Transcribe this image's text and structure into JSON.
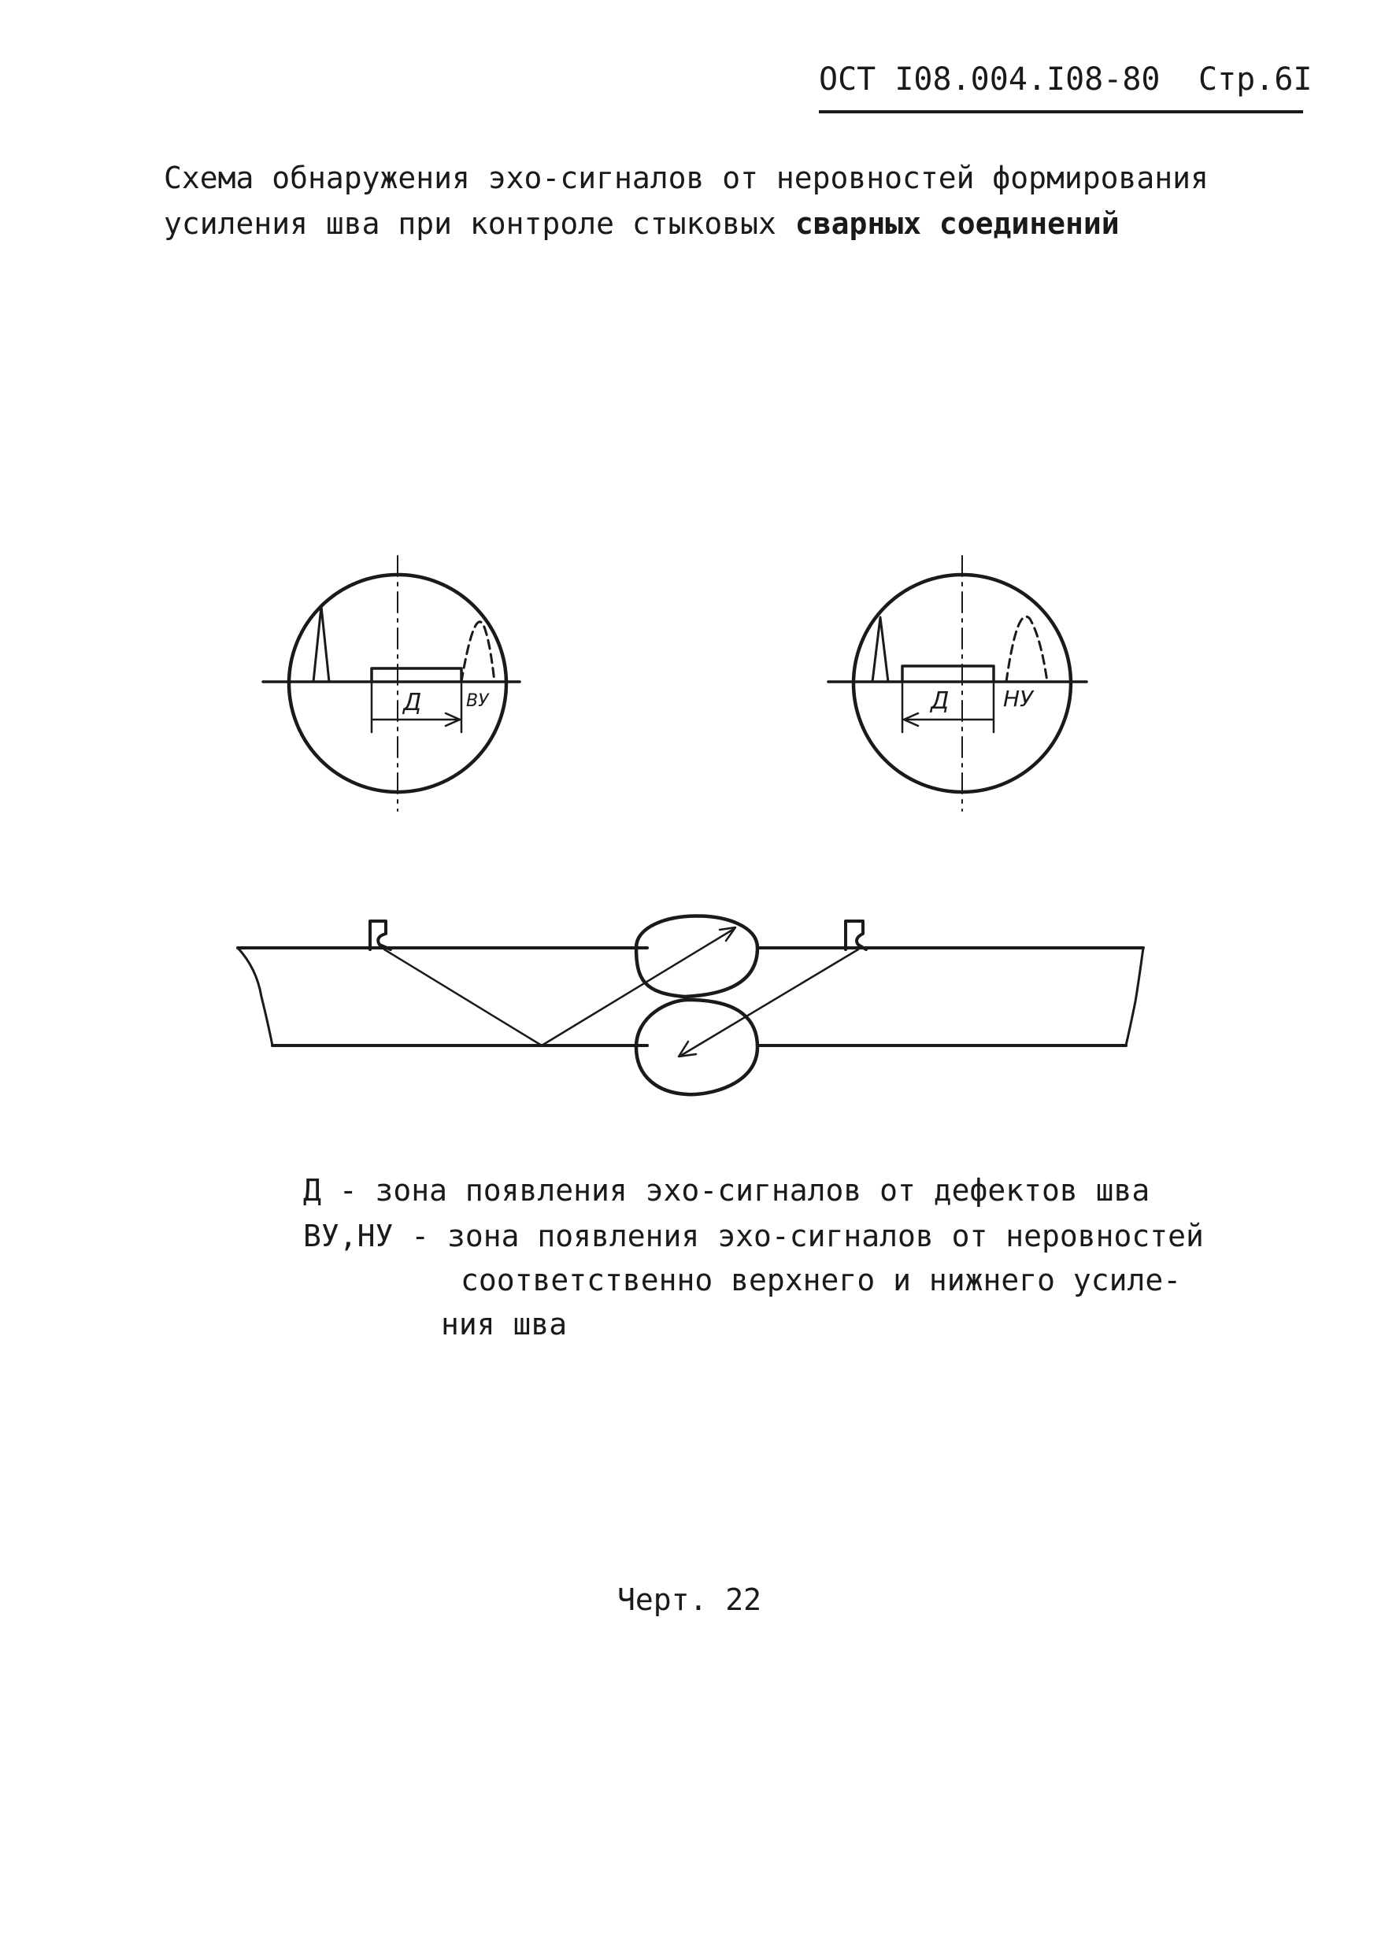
{
  "header": {
    "std_code": "ОСТ I08.004.I08-80",
    "page_label": "Стр.6I"
  },
  "title": {
    "line1": "Схема обнаружения эхо-сигналов от неровностей формирования",
    "line2_regular": "усиления шва при контроле стыковых",
    "line2_bold": "сварных соединений"
  },
  "figure": {
    "left_scope": {
      "zone_label": "Д",
      "reinforcement_label": "ВУ"
    },
    "right_scope": {
      "zone_label": "Д",
      "reinforcement_label": "НУ"
    }
  },
  "legend": {
    "d_line": "Д - зона появления эхо-сигналов от дефектов шва",
    "vu_line": "ВУ,НУ - зона появления эхо-сигналов от неровностей",
    "cont_line1": "соответственно верхнего и нижнего усиле-",
    "cont_line2": "ния шва"
  },
  "caption": "Черт. 22"
}
